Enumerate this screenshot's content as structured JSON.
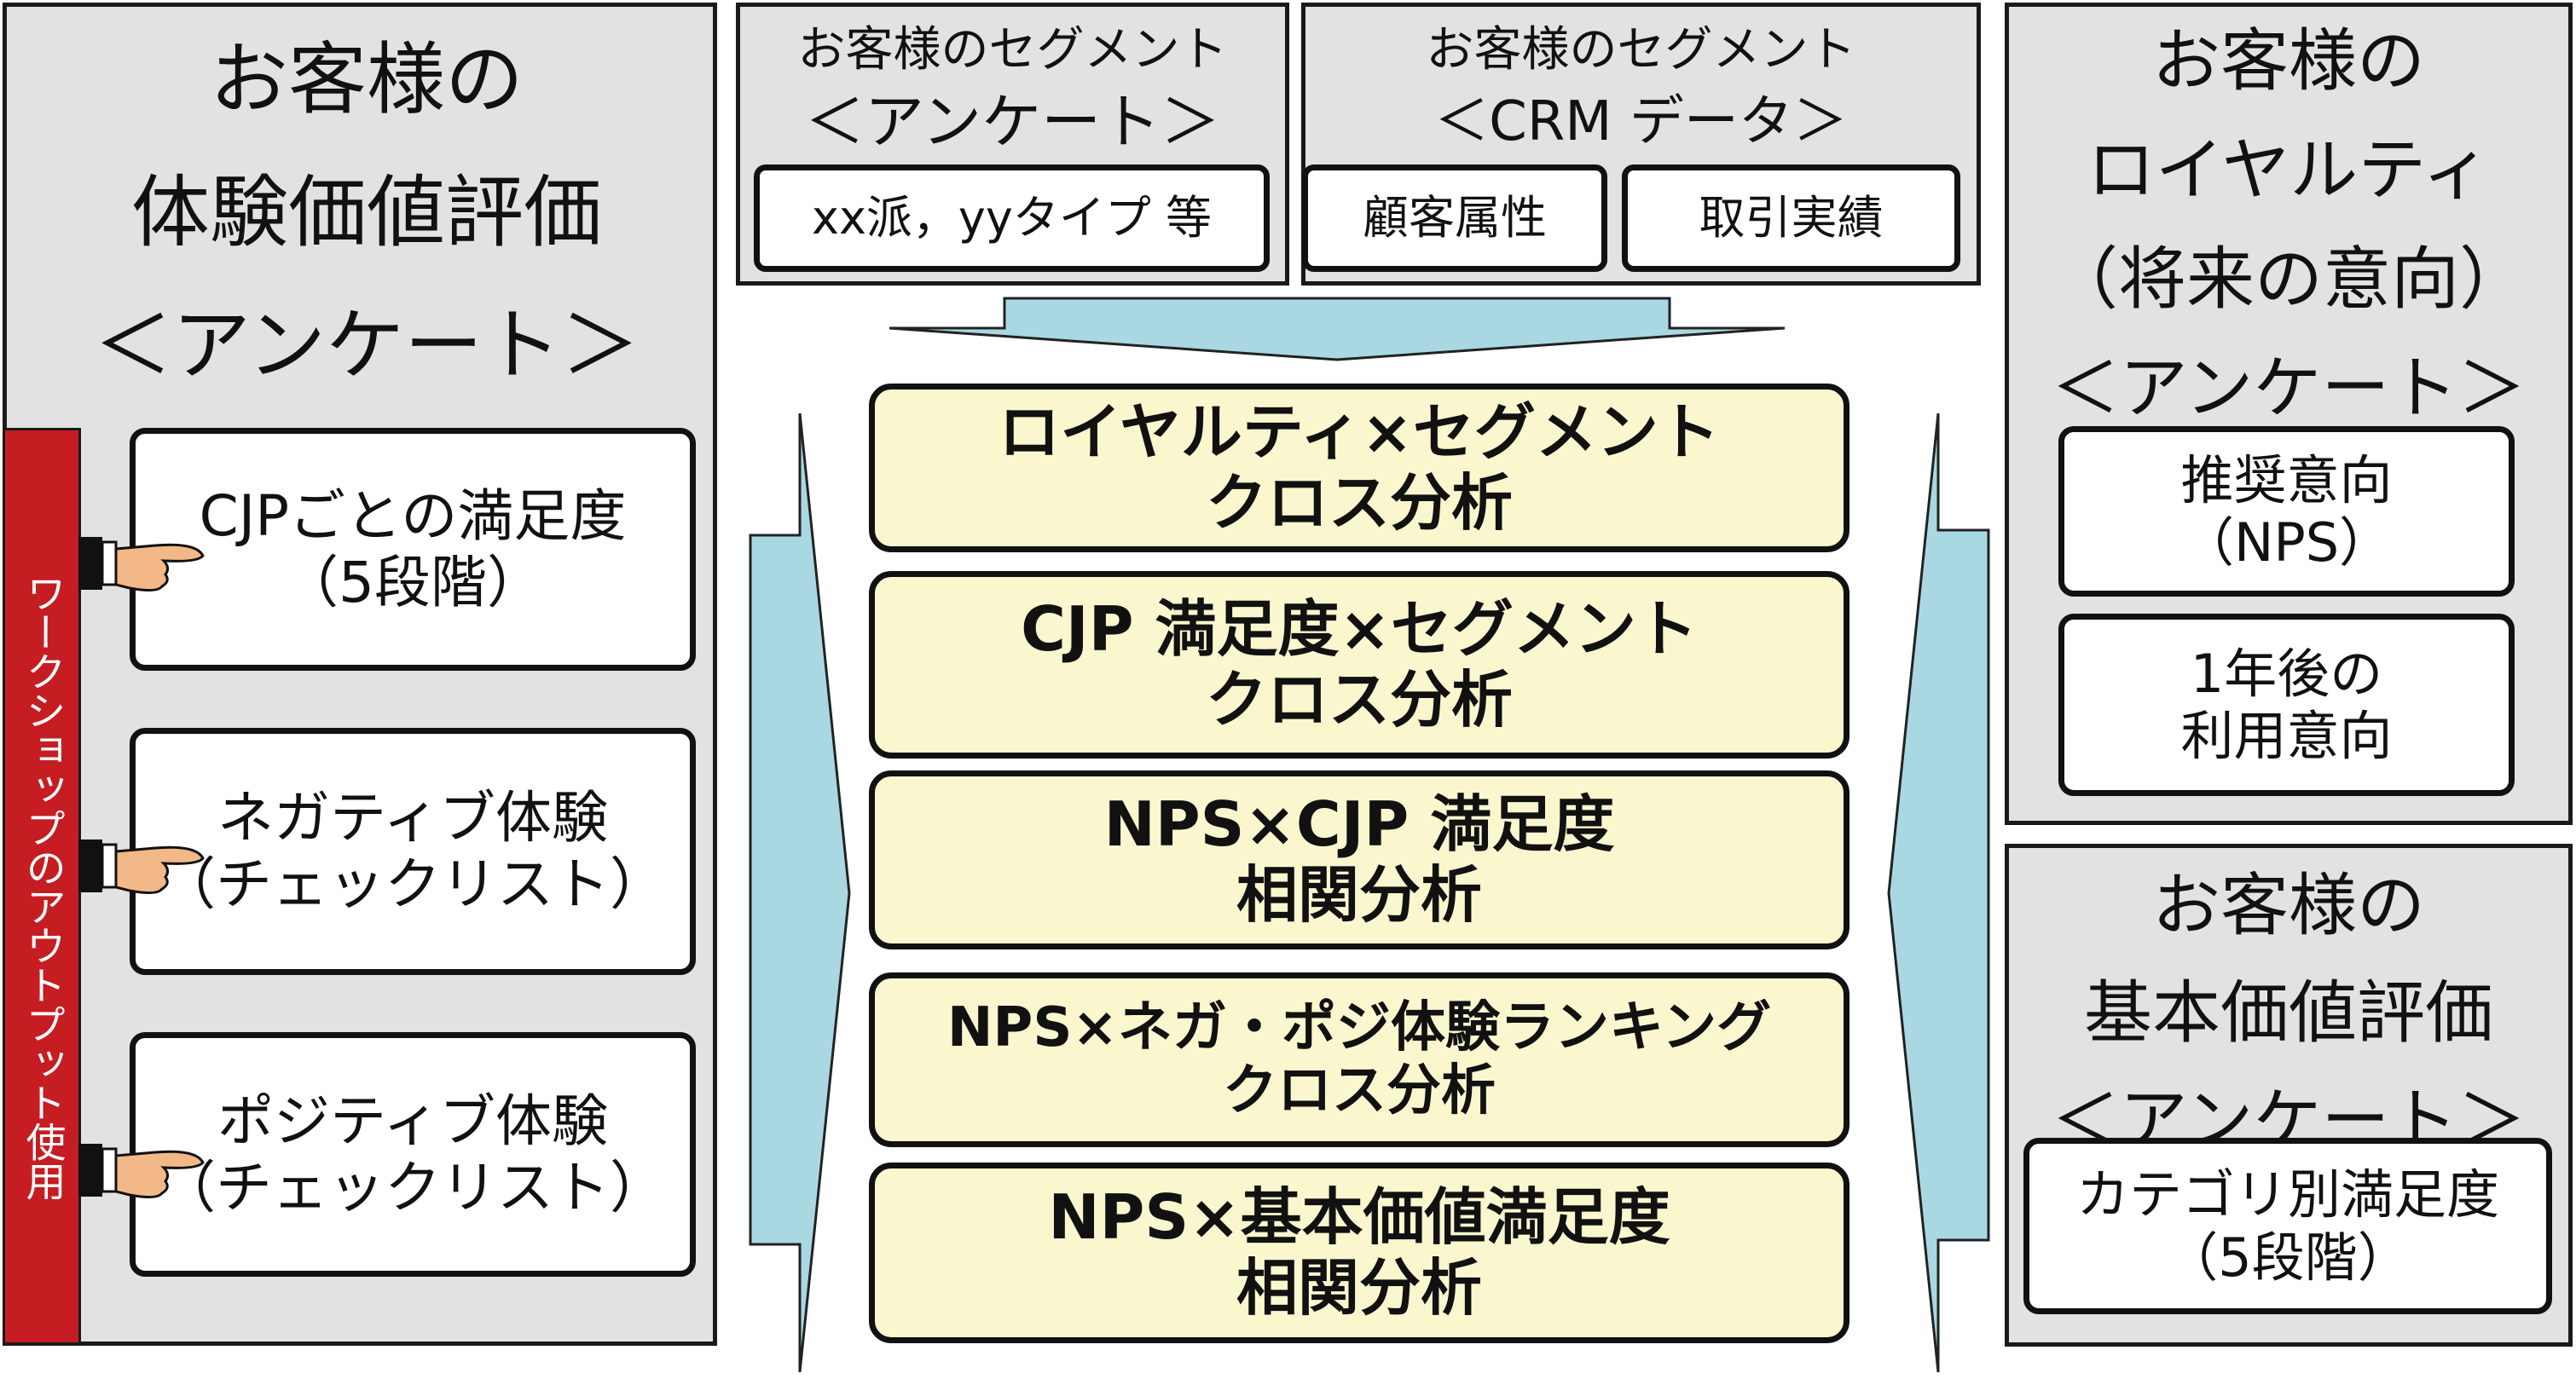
{
  "left_panel": {
    "title_lines": [
      "お客様の",
      "体験価値評価",
      "＜アンケート＞"
    ],
    "side_label": "ワークショップのアウトプット使用",
    "items": [
      {
        "lines": [
          "CJPごとの満足度",
          "（5段階）"
        ]
      },
      {
        "lines": [
          "ネガティブ体験",
          "（チェックリスト）"
        ]
      },
      {
        "lines": [
          "ポジティブ体験",
          "（チェックリスト）"
        ]
      }
    ]
  },
  "segment_survey": {
    "title_lines": [
      "お客様のセグメント",
      "＜アンケート＞"
    ],
    "item": "xx派，yyタイプ 等"
  },
  "segment_crm": {
    "title_lines": [
      "お客様のセグメント",
      "＜CRM データ＞"
    ],
    "items": [
      "顧客属性",
      "取引実績"
    ]
  },
  "loyalty_panel": {
    "title_lines": [
      "お客様の",
      "ロイヤルティ",
      "（将来の意向）",
      "＜アンケート＞"
    ],
    "items": [
      {
        "lines": [
          "推奨意向",
          "（NPS）"
        ]
      },
      {
        "lines": [
          "1年後の",
          "利用意向"
        ]
      }
    ]
  },
  "basic_value_panel": {
    "title_lines": [
      "お客様の",
      "基本価値評価",
      "＜アンケート＞"
    ],
    "item": {
      "lines": [
        "カテゴリ別満足度",
        "（5段階）"
      ]
    }
  },
  "analyses": [
    {
      "lines": [
        "ロイヤルティ×セグメント",
        "クロス分析"
      ]
    },
    {
      "lines": [
        "CJP 満足度×セグメント",
        "クロス分析"
      ]
    },
    {
      "lines": [
        "NPS×CJP 満足度",
        "相関分析"
      ]
    },
    {
      "lines": [
        "NPS×ネガ・ポジ体験ランキング",
        "クロス分析"
      ]
    },
    {
      "lines": [
        "NPS×基本価値満足度",
        "相関分析"
      ]
    }
  ],
  "colors": {
    "panel_bg": "#e2e2e2",
    "analysis_box_bg": "#faf7cf",
    "arrow_fill": "#a9d8e3",
    "side_label_bg": "#c61d22"
  },
  "icons": [
    "pointing-hand-icon",
    "down-arrow-icon",
    "right-arrow-icon",
    "left-arrow-icon"
  ]
}
